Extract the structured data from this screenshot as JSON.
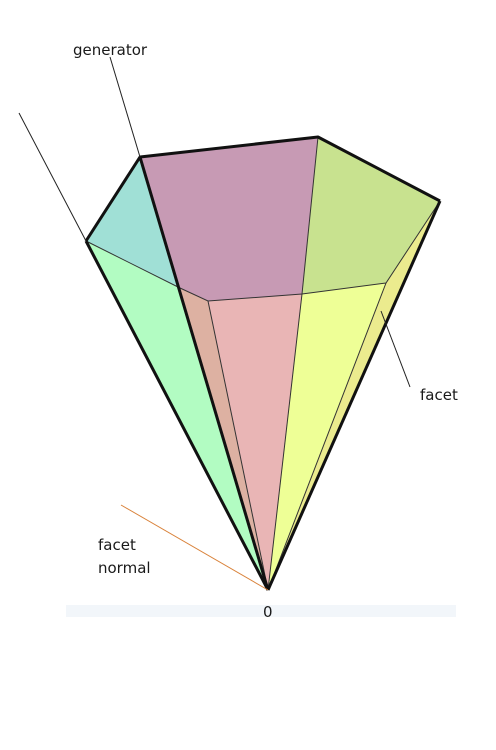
{
  "labels": {
    "generator": "generator",
    "facet": "facet",
    "facet_normal_line1": "facet",
    "facet_normal_line2": "normal",
    "origin": "0"
  },
  "colors": {
    "back_left_face": "#a0e0d6",
    "back_top_face": "#c79ab4",
    "back_right_face": "#c8e28f",
    "front_left_face": "#b2fcc2",
    "front_mid_left_face": "#ddb1a2",
    "front_center_face": "#e9b5b5",
    "front_right_face": "#eeff96",
    "front_far_right_face": "#ebeb8e",
    "normal_line": "#d9823a",
    "base_strip": "#f2f6fa"
  }
}
